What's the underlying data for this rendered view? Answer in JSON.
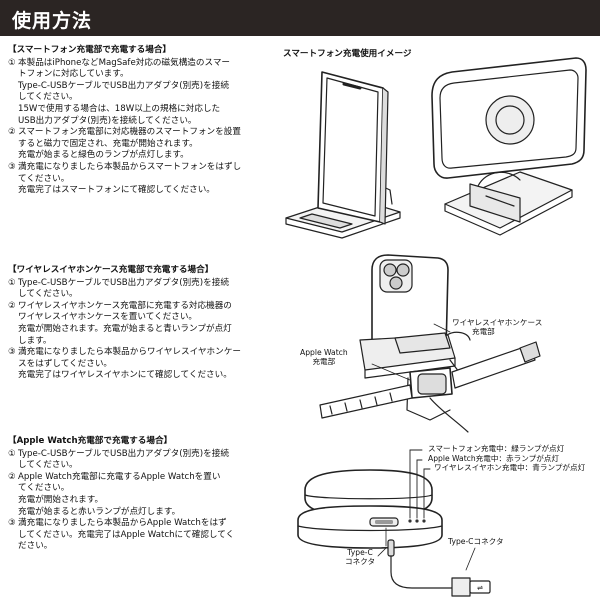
{
  "header": {
    "title": "使用方法"
  },
  "sections": [
    {
      "title": "【スマートフォン充電部で充電する場合】",
      "items": [
        {
          "num": "①",
          "lines": [
            "本製品はiPhoneなどMagSafe対応の磁気構造のスマー",
            "トフォンに対応しています。",
            "Type-C-USBケーブルでUSB出力アダプタ(別売)を接続",
            "してください。",
            "15Wで使用する場合は、18W以上の規格に対応した",
            "USB出力アダプタ(別売)を接続してください。"
          ]
        },
        {
          "num": "②",
          "lines": [
            "スマートフォン充電部に対応機器のスマートフォンを設置",
            "すると磁力で固定され、充電が開始されます。",
            "充電が始まると緑色のランプが点灯します。"
          ]
        },
        {
          "num": "③",
          "lines": [
            "満充電になりましたら本製品からスマートフォンをはずし",
            "てください。",
            "充電完了はスマートフォンにて確認してください。"
          ]
        }
      ]
    },
    {
      "title": "【ワイヤレスイヤホンケース充電部で充電する場合】",
      "items": [
        {
          "num": "①",
          "lines": [
            "Type-C-USBケーブルでUSB出力アダプタ(別売)を接続",
            "してください。"
          ]
        },
        {
          "num": "②",
          "lines": [
            "ワイヤレスイヤホンケース充電部に充電する対応機器の",
            "ワイヤレスイヤホンケースを置いてください。",
            "充電が開始されます。充電が始まると青いランプが点灯",
            "します。"
          ]
        },
        {
          "num": "③",
          "lines": [
            "満充電になりましたら本製品からワイヤレスイヤホンケー",
            "スをはずしてください。",
            "充電完了はワイヤレスイヤホンにて確認してください。"
          ]
        }
      ]
    },
    {
      "title": "【Apple Watch充電部で充電する場合】",
      "items": [
        {
          "num": "①",
          "lines": [
            "Type-C-USBケーブルでUSB出力アダプタ(別売)を接続",
            "してください。"
          ]
        },
        {
          "num": "②",
          "lines": [
            "Apple Watch充電部に充電するApple Watchを置い",
            "てください。",
            "充電が開始されます。",
            "充電が始まると赤いランプが点灯します。"
          ]
        },
        {
          "num": "③",
          "lines": [
            "満充電になりましたら本製品からApple Watchをはず",
            "してください。充電完了はApple Watchにて確認してく",
            "ださい。"
          ]
        }
      ]
    }
  ],
  "figure": {
    "title": "スマートフォン充電使用イメージ",
    "earbuds_label_1": "ワイヤレスイヤホンケース",
    "earbuds_label_2": "充電部",
    "watch_label_1": "Apple Watch",
    "watch_label_2": "充電部",
    "lamp_labels": [
      "スマートフォン充電中：緑ランプが点灯",
      "Apple Watch充電中：赤ランプが点灯",
      "ワイヤレスイヤホン充電中：青ランプが点灯"
    ],
    "typec_label_1": "Type-C",
    "typec_label_2": "コネクタ",
    "typec_connector_label": "Type-Cコネクタ"
  }
}
